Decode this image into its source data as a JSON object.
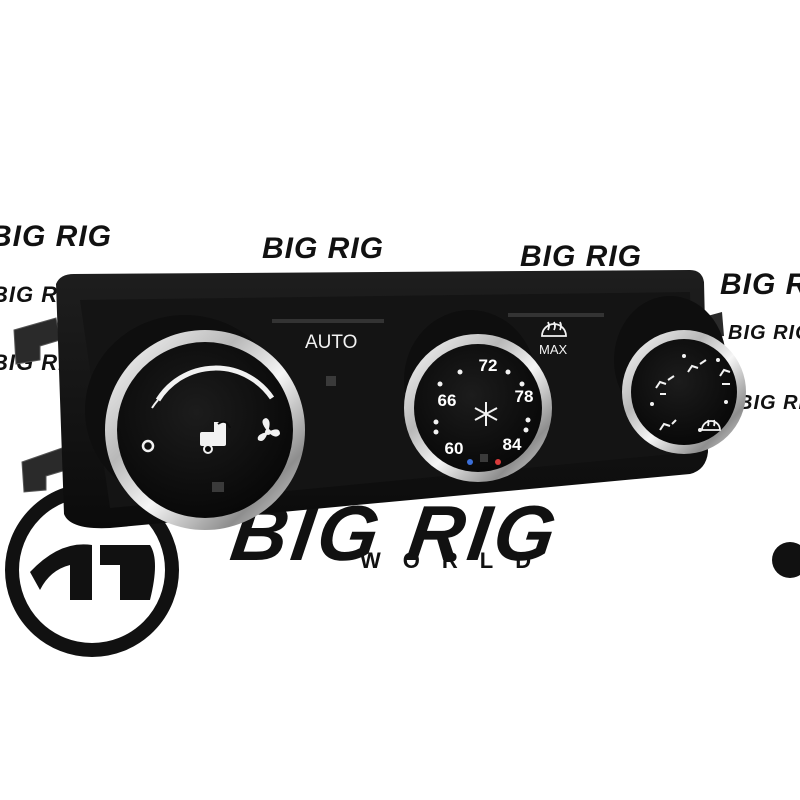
{
  "watermarks": {
    "brand_small": "BIG RIG",
    "brand_large": "BIG RIG",
    "tagline": "WORLD"
  },
  "panel": {
    "auto_label": "AUTO",
    "max_label": "MAX",
    "left_dial": {
      "icons": [
        "off-circle-icon",
        "truck-recirculation-icon",
        "fan-icon"
      ]
    },
    "temp_dial": {
      "numbers": [
        "72",
        "78",
        "84",
        "60",
        "66"
      ],
      "center_icon": "snowflake-icon"
    },
    "right_dial": {
      "icons": [
        "vent-face-icon",
        "vent-face-feet-icon",
        "vent-feet-icon",
        "vent-feet-defrost-icon",
        "defrost-icon"
      ]
    },
    "colors": {
      "housing": "#121212",
      "chrome": "#d8d8d8",
      "label": "#f2f2f2",
      "cold_dot": "#3b6fd9",
      "hot_dot": "#d93b3b"
    }
  }
}
